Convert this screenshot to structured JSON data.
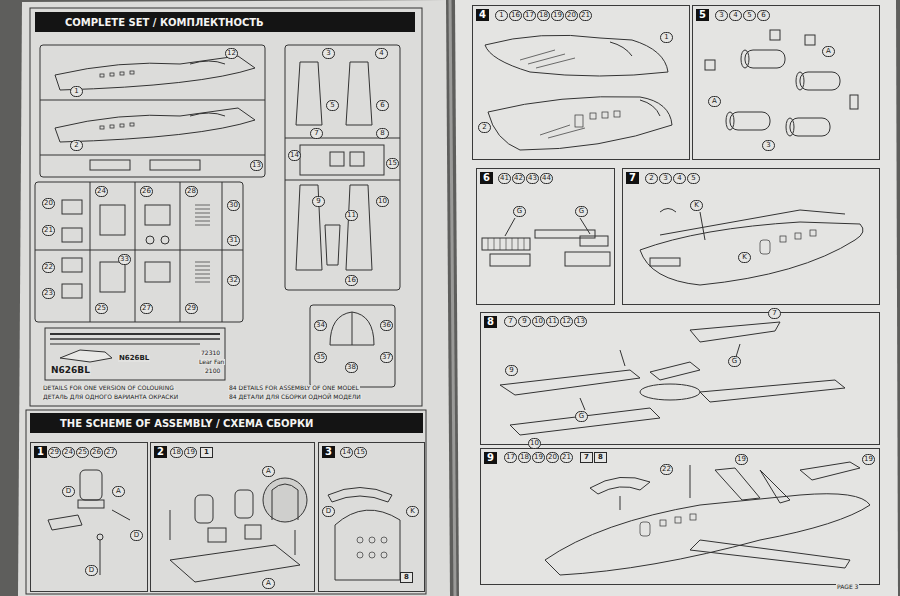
{
  "diagram": {
    "nodes": [
      {
        "text": [
          "COMPLETE SET / КОМПЛЕКТНОСТЬ"
        ]
      },
      {
        "text": [
          "THE SCHEME OF ASSEMBLY / СХЕМА СБОРКИ"
        ]
      },
      {
        "text": [
          "1"
        ]
      },
      {
        "text": [
          "2"
        ]
      },
      {
        "text": [
          "3"
        ]
      },
      {
        "text": [
          "4"
        ]
      },
      {
        "text": [
          "5"
        ]
      },
      {
        "text": [
          "6"
        ]
      },
      {
        "text": [
          "7"
        ]
      },
      {
        "text": [
          "8"
        ]
      },
      {
        "text": [
          "9"
        ]
      }
    ],
    "labels": [
      "1",
      "2",
      "12",
      "13",
      "3",
      "4",
      "5",
      "6",
      "7",
      "8",
      "9",
      "10",
      "11",
      "14",
      "15",
      "16",
      "20",
      "21",
      "22",
      "23",
      "24",
      "25",
      "26",
      "27",
      "28",
      "29",
      "30",
      "31",
      "32",
      "33",
      "34",
      "35",
      "36",
      "37",
      "38",
      "N626BL",
      "N626BL",
      "72310",
      "Lear Fan",
      "2100",
      "DETAILS FOR ONE VERSION OF COLOURING",
      "ДЕТАЛЬ ДЛЯ ОДНОГО ВАРИАНТА ОКРАСКИ",
      "84 DETAILS FOR ASSEMBLY OF ONE MODEL",
      "84 ДЕТАЛИ ДЛЯ СБОРКИ ОДНОЙ МОДЕЛИ",
      "29",
      "24",
      "25",
      "26",
      "27",
      "D",
      "A",
      "D",
      "D",
      "18",
      "19",
      "1",
      "A",
      "A",
      "14",
      "15",
      "D",
      "K",
      "8",
      "1",
      "16",
      "17",
      "18",
      "19",
      "20",
      "21",
      "1",
      "2",
      "3",
      "4",
      "5",
      "6",
      "A",
      "A",
      "3",
      "41",
      "42",
      "43",
      "44",
      "G",
      "G",
      "2",
      "3",
      "4",
      "5",
      "K",
      "K",
      "7",
      "9",
      "10",
      "11",
      "12",
      "13",
      "7",
      "9",
      "10",
      "G",
      "G",
      "17",
      "18",
      "19",
      "20",
      "21",
      "7",
      "8",
      "19",
      "19",
      "22",
      "PAGE 3"
    ]
  }
}
